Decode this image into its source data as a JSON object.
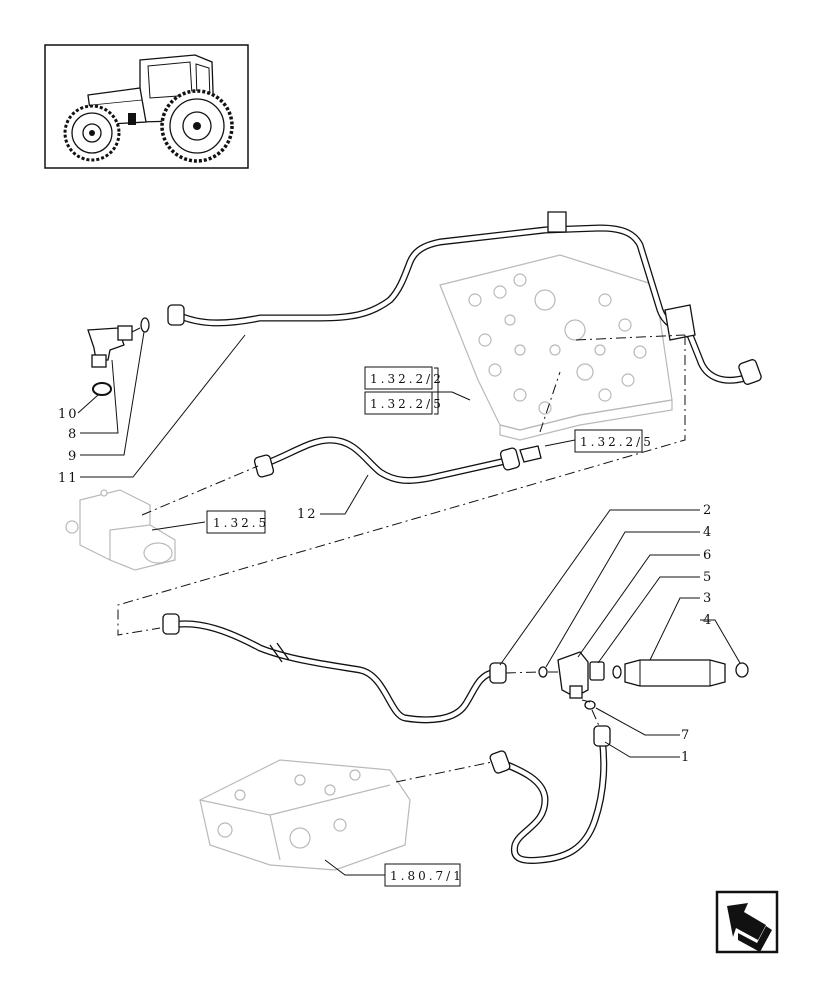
{
  "callouts": {
    "c10": "10",
    "c8": "8",
    "c9": "9",
    "c11": "11",
    "c12": "12",
    "c2": "2",
    "c4a": "4",
    "c6": "6",
    "c5": "5",
    "c3": "3",
    "c4b": "4",
    "c7": "7",
    "c1": "1"
  },
  "references": {
    "ref_1_32_2_2": "1.32.2/2",
    "ref_1_32_2_5_a": "1.32.2/5",
    "ref_1_32_2_5_b": "1.32.2/5",
    "ref_1_32_5": "1.32.5",
    "ref_1_80_7_1": "1.80.7/1"
  },
  "icons": {
    "thumbnail": "tractor-thumbnail-icon",
    "navigation": "next-page-arrow-icon"
  },
  "colors": {
    "ink": "#111111",
    "ghost": "#b9b9b9",
    "background": "#ffffff"
  }
}
